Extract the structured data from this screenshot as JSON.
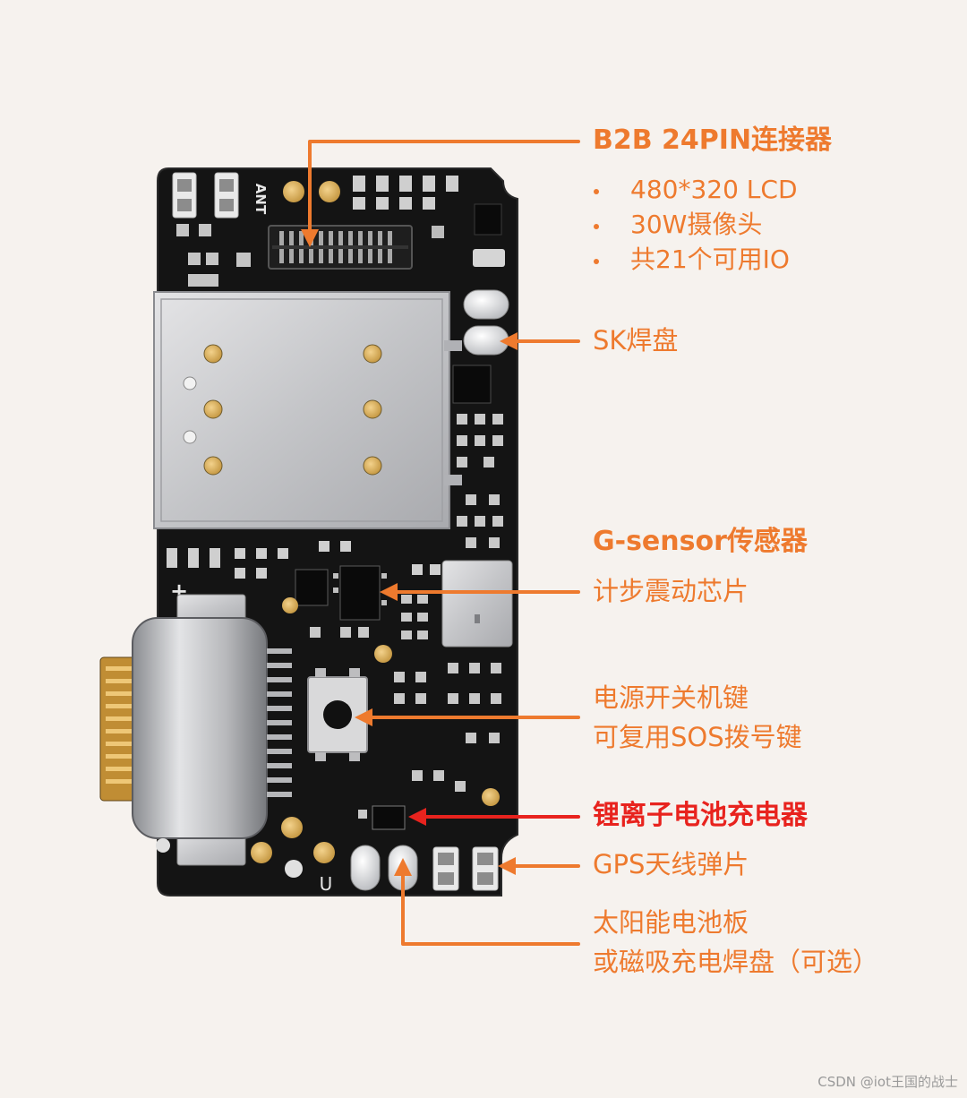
{
  "board": {
    "silkscreen_ant": "ANT",
    "silkscreen_plus": "+",
    "silkscreen_u": "U"
  },
  "callouts": {
    "b2b": {
      "title": "B2B 24PIN连接器",
      "bullets": [
        "480*320 LCD",
        "30W摄像头",
        "共21个可用IO"
      ]
    },
    "sk_pad": {
      "label": "SK焊盘"
    },
    "gsensor": {
      "title": "G-sensor传感器",
      "desc": "计步震动芯片"
    },
    "power_key": {
      "line1": "电源开关机键",
      "line2": "可复用SOS拨号键"
    },
    "charger": {
      "label": "锂离子电池充电器"
    },
    "gps": {
      "label": "GPS天线弹片"
    },
    "solar": {
      "line1": "太阳能电池板",
      "line2": "或磁吸充电焊盘（可选）"
    }
  },
  "colors": {
    "accent": "#ee7a2e",
    "highlight": "#e8231e",
    "pcb": "#141414",
    "background": "#f6f2ee"
  },
  "watermark": "CSDN @iot王国的战士"
}
